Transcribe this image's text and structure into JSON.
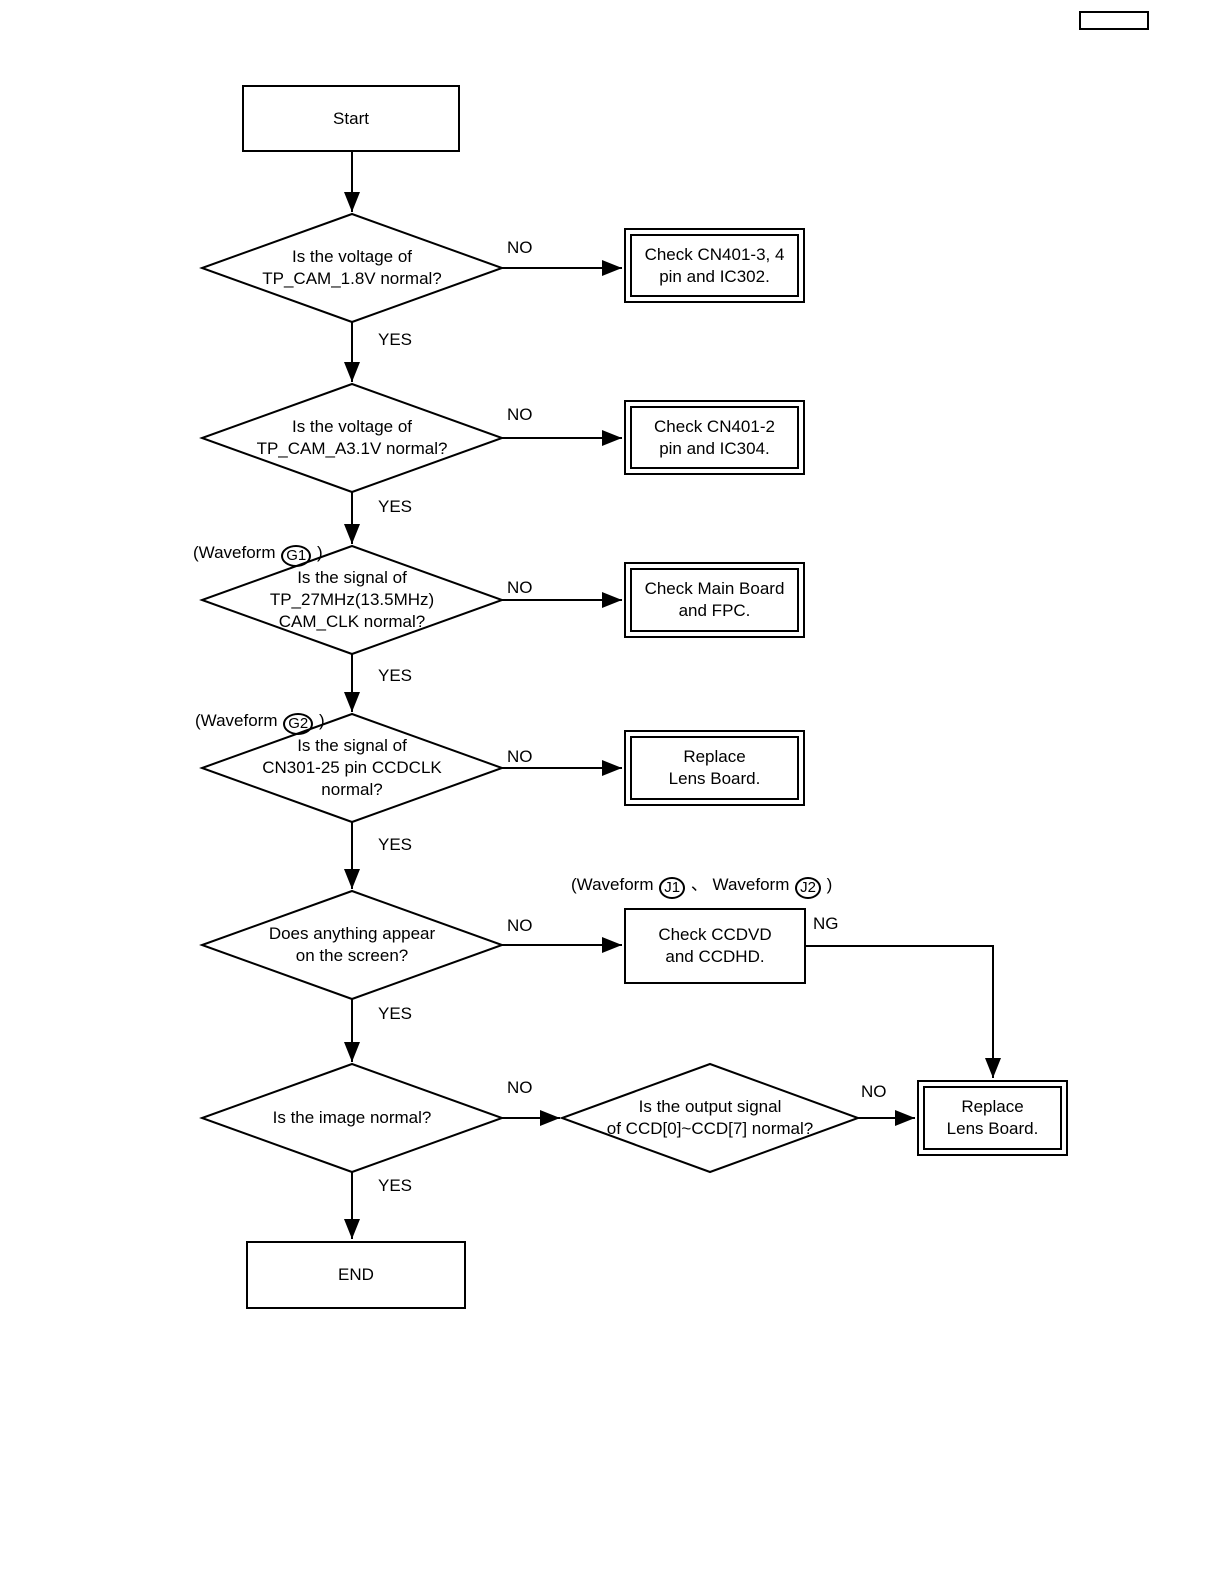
{
  "flowchart": {
    "nodes": {
      "start": "Start",
      "decision_1": "Is the voltage of\nTP_CAM_1.8V normal?",
      "action_1": "Check CN401-3, 4\npin and IC302.",
      "decision_2": "Is the voltage of\nTP_CAM_A3.1V normal?",
      "action_2": "Check CN401-2\npin and IC304.",
      "decision_3": "Is the signal of\nTP_27MHz(13.5MHz)\nCAM_CLK normal?",
      "action_3": "Check Main Board\nand FPC.",
      "decision_4": "Is the signal of\nCN301-25 pin CCDCLK\nnormal?",
      "action_4": "Replace\nLens Board.",
      "decision_5": "Does anything appear\non the screen?",
      "action_5": "Check CCDVD\nand CCDHD.",
      "decision_6": "Is the image normal?",
      "decision_7": "Is the output signal\nof CCD[0]~CCD[7] normal?",
      "action_6": "Replace\nLens Board.",
      "end": "END"
    },
    "labels": {
      "yes": "YES",
      "no": "NO",
      "ng": "NG"
    },
    "annotations": {
      "g1_prefix": "(Waveform",
      "g1_badge": "G1",
      "g1_suffix": ")",
      "g2_prefix": "(Waveform",
      "g2_badge": "G2",
      "g2_suffix": ")",
      "j_prefix": "(Waveform",
      "j_badge1": "J1",
      "j_sep": "、 Waveform",
      "j_badge2": "J2",
      "j_suffix": ")"
    },
    "line_color": "#000000",
    "background_color": "#ffffff"
  }
}
